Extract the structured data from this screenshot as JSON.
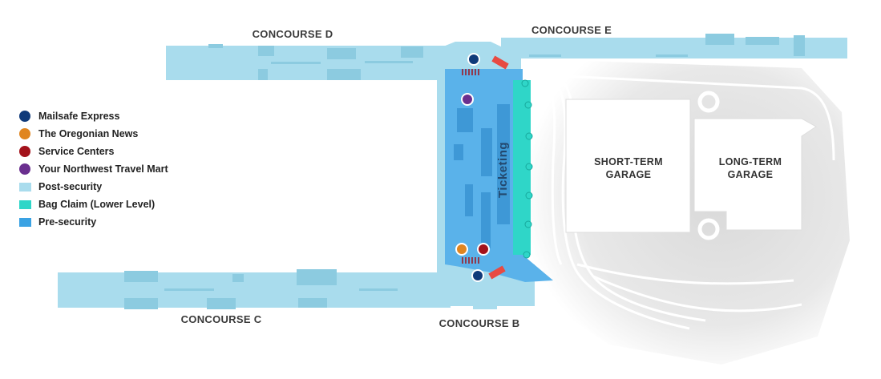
{
  "concourses": {
    "d": "CONCOURSE D",
    "e": "CONCOURSE E",
    "c": "CONCOURSE C",
    "b": "CONCOURSE B"
  },
  "garages": {
    "short_term": [
      "SHORT-TERM",
      "GARAGE"
    ],
    "long_term": [
      "LONG-TERM",
      "GARAGE"
    ]
  },
  "ticketing_label": "Ticketing",
  "legend": [
    {
      "kind": "dot",
      "label": "Mailsafe Express",
      "color": "#0f3a7a"
    },
    {
      "kind": "dot",
      "label": "The Oregonian News",
      "color": "#e0851f"
    },
    {
      "kind": "dot",
      "label": "Service Centers",
      "color": "#a3121b"
    },
    {
      "kind": "dot",
      "label": "Your Northwest Travel Mart",
      "color": "#6a2f8f"
    },
    {
      "kind": "swatch",
      "label": "Post-security",
      "color": "#a9dced"
    },
    {
      "kind": "swatch",
      "label": "Bag Claim (Lower Level)",
      "color": "#2fd6c8"
    },
    {
      "kind": "swatch",
      "label": "Pre-security",
      "color": "#3aa2e3"
    }
  ],
  "colors": {
    "post_security": "#a9dced",
    "pre_security": "#5ab2ea",
    "bag_claim": "#2fd6c8",
    "ground": "#e4e4e4",
    "garage": "#ffffff",
    "escalator": "#e84a42"
  }
}
